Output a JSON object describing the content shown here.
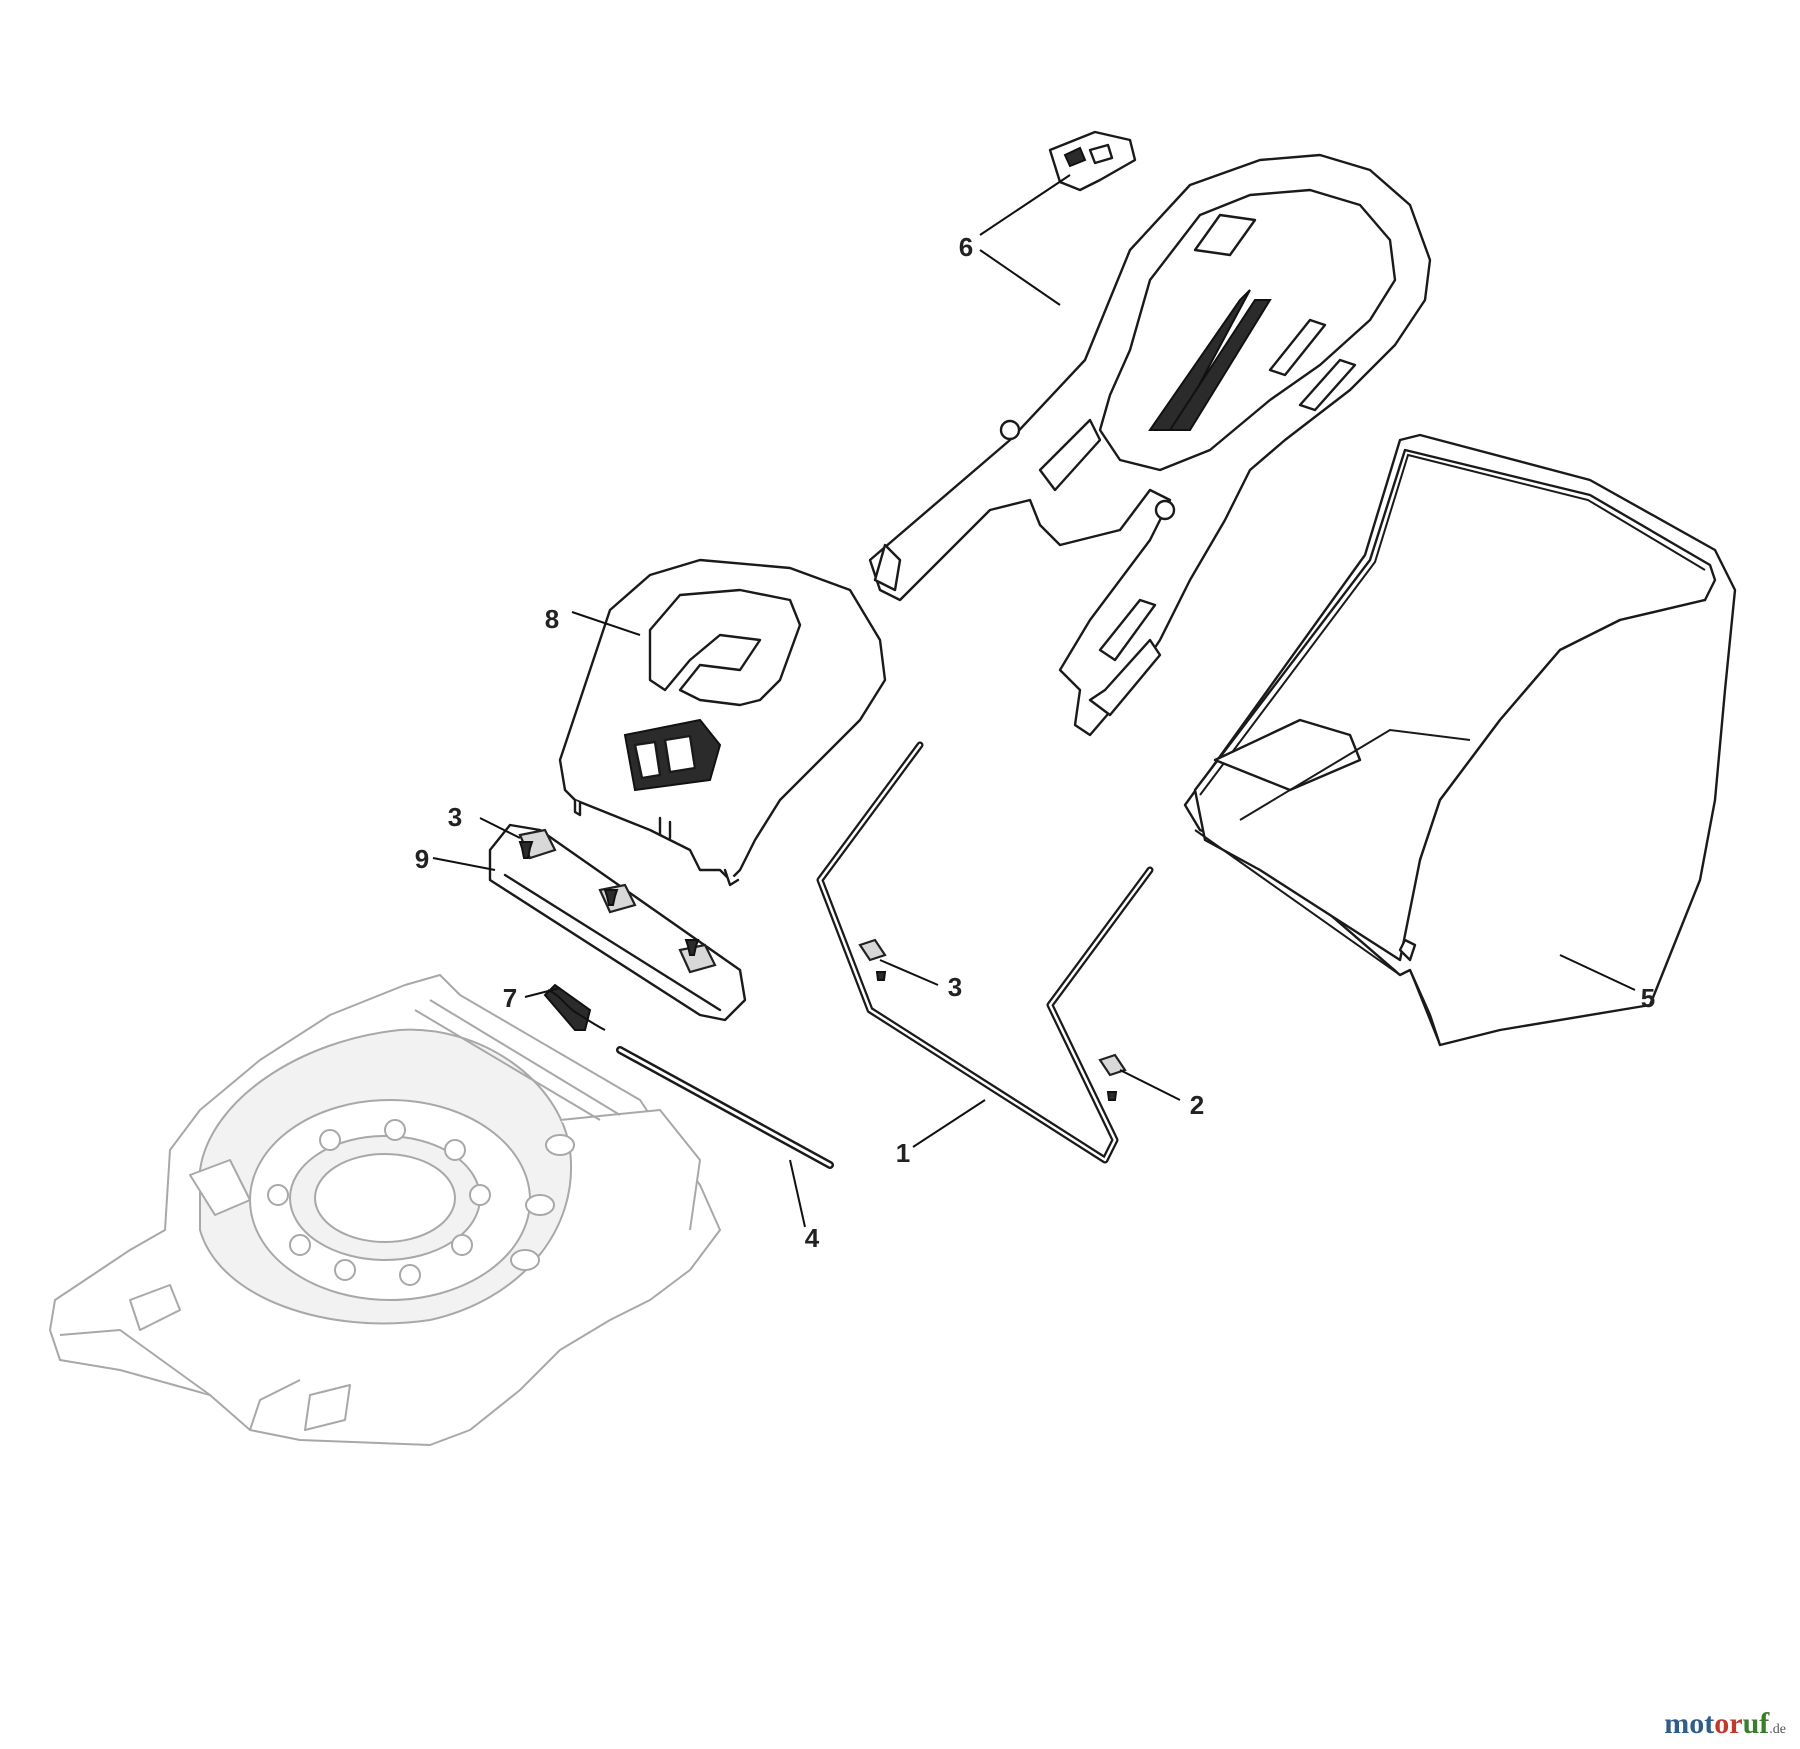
{
  "callouts": {
    "c1": "1",
    "c2": "2",
    "c3a": "3",
    "c3b": "3",
    "c4": "4",
    "c5": "5",
    "c6": "6",
    "c7": "7",
    "c8": "8",
    "c9": "9"
  },
  "watermark": {
    "part1": "mot",
    "part2": "or",
    "part3": "uf",
    "tld": ".de"
  },
  "colors": {
    "line": "#1a1a1a",
    "deck_line": "#a8a8a8",
    "background": "#ffffff"
  }
}
